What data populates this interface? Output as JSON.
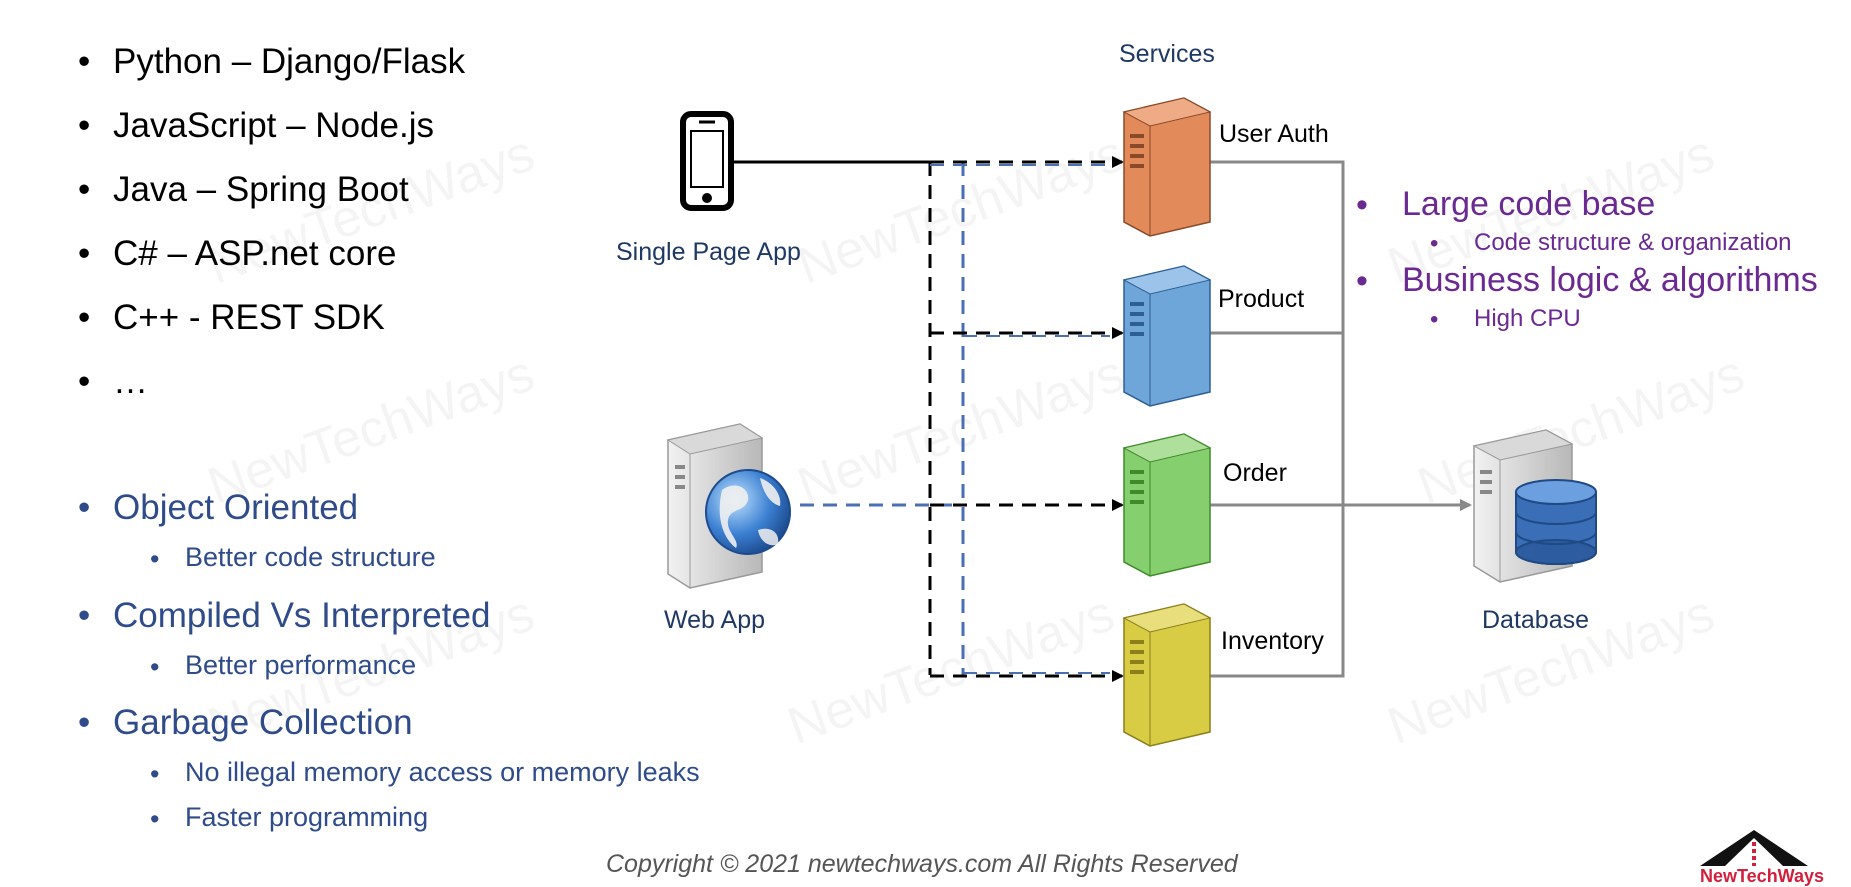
{
  "languages": [
    "Python – Django/Flask",
    "JavaScript – Node.js",
    "Java – Spring Boot",
    "C# – ASP.net core",
    "C++ - REST SDK",
    "…"
  ],
  "features": [
    {
      "title": "Object Oriented",
      "subs": [
        "Better code structure"
      ]
    },
    {
      "title": "Compiled Vs Interpreted",
      "subs": [
        "Better performance"
      ]
    },
    {
      "title": "Garbage Collection",
      "subs": [
        "No illegal memory access or memory leaks",
        "Faster programming"
      ]
    }
  ],
  "diagram": {
    "services_title": "Services",
    "clients": {
      "spa": "Single Page App",
      "web": "Web App"
    },
    "services": [
      "User Auth",
      "Product",
      "Order",
      "Inventory"
    ],
    "database": "Database",
    "colors": {
      "user_auth": "#e38a5a",
      "product": "#6fa6da",
      "order": "#86cf6e",
      "inventory": "#d9cc45",
      "dashed_black": "#000000",
      "dashed_blue": "#4a6fb5",
      "connector": "#888888"
    }
  },
  "concerns": [
    {
      "title": "Large code base",
      "subs": [
        "Code structure & organization"
      ]
    },
    {
      "title": "Business logic & algorithms",
      "subs": [
        "High CPU"
      ]
    }
  ],
  "copyright": "Copyright © 2021 newtechways.com All Rights Reserved",
  "logo_text": "NewTechWays",
  "watermark": "NewTechWays"
}
